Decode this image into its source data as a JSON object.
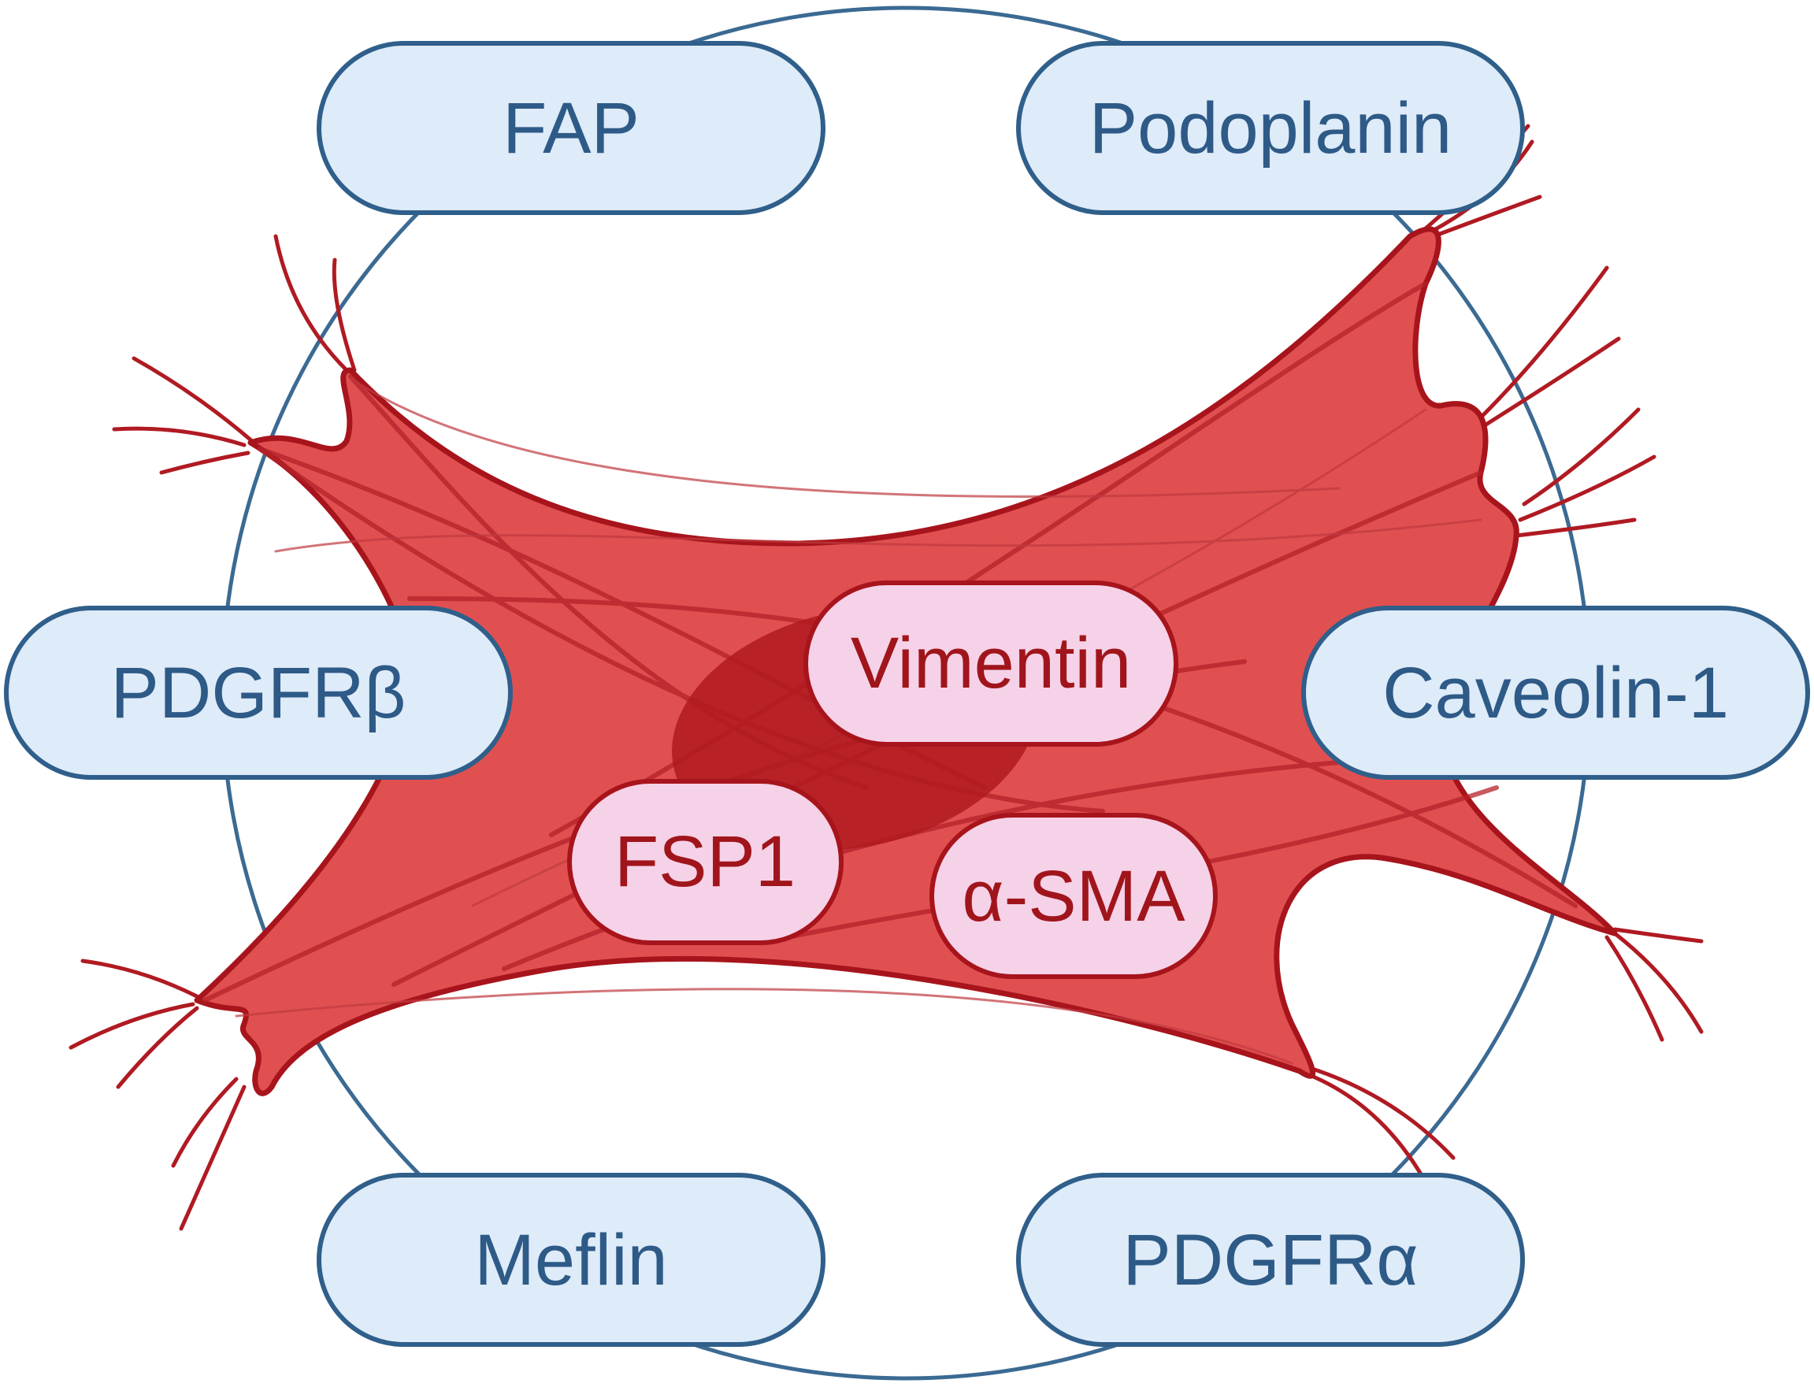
{
  "colors": {
    "outer_pill_fill": "#deebf8",
    "outer_pill_stroke": "#2f5f8a",
    "outer_text": "#2e5a87",
    "ring_stroke": "#3b6a93",
    "cell_fill": "#e05050",
    "cell_stroke": "#a8141c",
    "nucleus_fill": "#b01a1e",
    "inner_pill_fill": "#f6d2e8",
    "inner_pill_stroke": "#a8141c",
    "inner_text": "#a0151b"
  },
  "outer_markers": {
    "fap": "FAP",
    "podoplanin": "Podoplanin",
    "pdgfrb": "PDGFRβ",
    "caveolin1": "Caveolin-1",
    "meflin": "Meflin",
    "pdgfra": "PDGFRα"
  },
  "inner_markers": {
    "vimentin": "Vimentin",
    "fsp1": "FSP1",
    "asma": "α-SMA"
  }
}
